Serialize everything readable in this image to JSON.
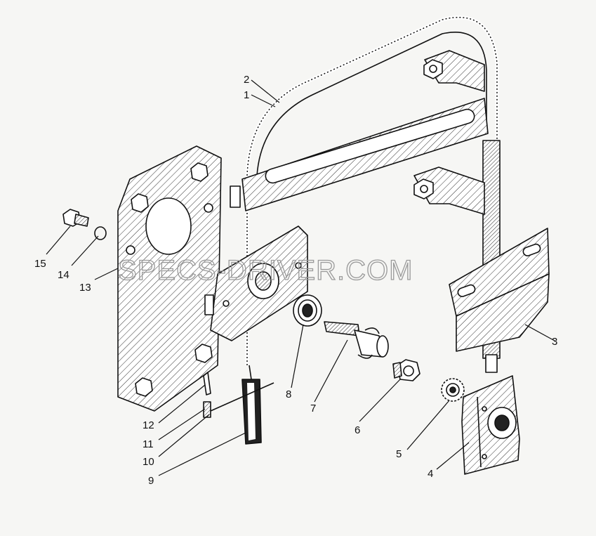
{
  "watermark": "SPECS-DRIVER.COM",
  "callouts": [
    {
      "id": "c1",
      "label": "1"
    },
    {
      "id": "c2",
      "label": "2"
    },
    {
      "id": "c3",
      "label": "3"
    },
    {
      "id": "c4",
      "label": "4"
    },
    {
      "id": "c5",
      "label": "5"
    },
    {
      "id": "c6",
      "label": "6"
    },
    {
      "id": "c7",
      "label": "7"
    },
    {
      "id": "c8",
      "label": "8"
    },
    {
      "id": "c9",
      "label": "9"
    },
    {
      "id": "c10",
      "label": "10"
    },
    {
      "id": "c11",
      "label": "11"
    },
    {
      "id": "c12",
      "label": "12"
    },
    {
      "id": "c13",
      "label": "13"
    },
    {
      "id": "c14",
      "label": "14"
    },
    {
      "id": "c15",
      "label": "15"
    }
  ]
}
